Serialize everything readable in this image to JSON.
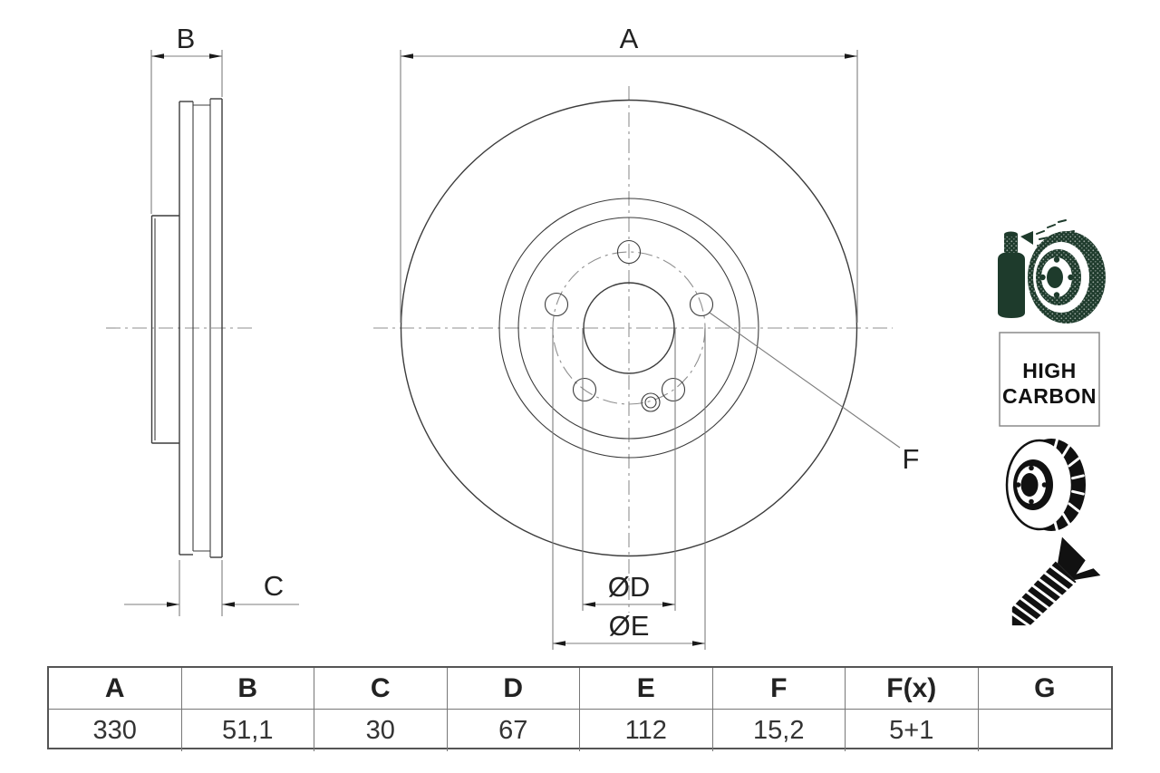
{
  "page": {
    "background": "#ffffff"
  },
  "drawing": {
    "title": "brake-disc-technical-drawing",
    "labels": {
      "a": "A",
      "b": "B",
      "c": "C",
      "d_dia": "ØD",
      "e_dia": "ØE",
      "f": "F"
    },
    "colors": {
      "outline": "#3c3c3c",
      "dimension_lines": "#7d7d7d",
      "centerline": "#8f8f8f",
      "icon_green": "#1e3b2c",
      "icon_black": "#111111"
    }
  },
  "icons": [
    {
      "name": "coating-spray-disc-icon"
    },
    {
      "name": "high-carbon-badge"
    },
    {
      "name": "vented-disc-icon"
    },
    {
      "name": "countersunk-screw-icon"
    }
  ],
  "high_carbon": {
    "line1": "HIGH",
    "line2": "CARBON"
  },
  "table": {
    "headers": [
      "A",
      "B",
      "C",
      "D",
      "E",
      "F",
      "F(x)",
      "G"
    ],
    "values": [
      "330",
      "51,1",
      "30",
      "67",
      "112",
      "15,2",
      "5+1",
      ""
    ]
  }
}
